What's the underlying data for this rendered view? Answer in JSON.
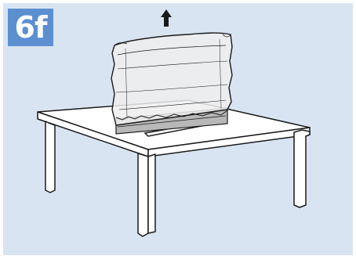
{
  "step": {
    "label": "6f"
  },
  "colors": {
    "background": "#d9e4f2",
    "badge": "#5b8fd0",
    "badge_text": "#ffffff",
    "line": "#1a1a1a",
    "surface": "#ffffff",
    "foil": "#e8e8e8"
  },
  "icons": {
    "direction": "arrow-up-icon",
    "object": "tv-with-protective-bag",
    "support": "table"
  }
}
